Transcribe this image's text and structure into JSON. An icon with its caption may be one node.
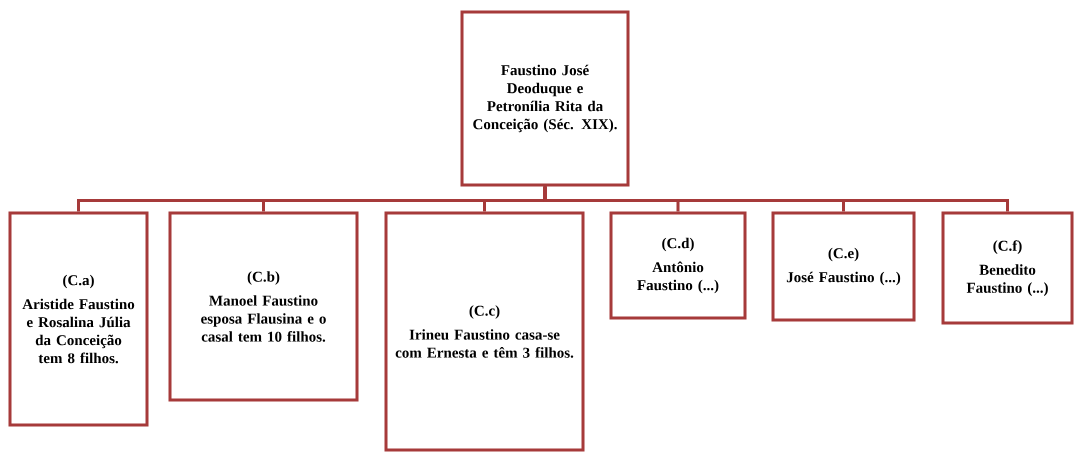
{
  "diagram": {
    "nodes": [
      {
        "text": [
          "Faustino José Deoduque e Petronília Rita da Conceição (Séc. XIX)."
        ]
      },
      {
        "text": [
          "(C.a)",
          "Aristide Faustino e Rosalina Júlia da Conceição tem 8 filhos."
        ]
      },
      {
        "text": [
          "(C.b)",
          "Manoel  Faustino esposa Flausina e o casal tem 10 filhos."
        ]
      },
      {
        "text": [
          "(C.c)",
          "Irineu Faustino casa-se com Ernesta e têm 3 filhos."
        ]
      },
      {
        "text": [
          "(C.d)",
          "Antônio Faustino (...)"
        ]
      },
      {
        "text": [
          "(C.e)",
          "José Faustino (...)"
        ]
      },
      {
        "text": [
          "(C.f)",
          "Benedito Faustino (...)"
        ]
      }
    ],
    "edges": [
      {
        "from": 0,
        "to": 1,
        "arrow": "none"
      },
      {
        "from": 0,
        "to": 2,
        "arrow": "none"
      },
      {
        "from": 0,
        "to": 3,
        "arrow": "none"
      },
      {
        "from": 0,
        "to": 4,
        "arrow": "none"
      },
      {
        "from": 0,
        "to": 5,
        "arrow": "none"
      },
      {
        "from": 0,
        "to": 6,
        "arrow": "none"
      }
    ]
  }
}
